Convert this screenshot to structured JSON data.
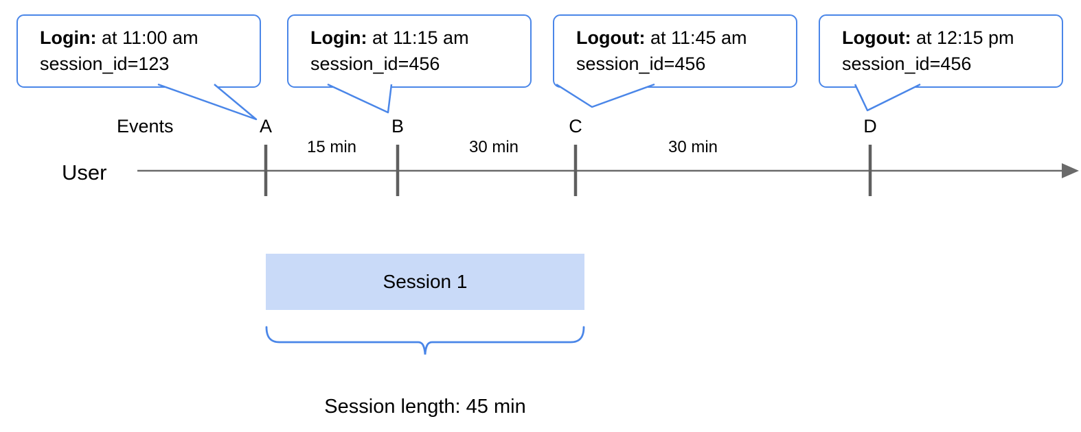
{
  "title": "User session timeline diagram",
  "colors": {
    "accent_blue": "#4a86e8",
    "session_bar_fill": "#c9daf8",
    "axis_gray": "#6a6a6a",
    "tick_gray": "#5f5f5f",
    "text_black": "#000000"
  },
  "callouts": [
    {
      "event": "Login:",
      "time": " at 11:00 am",
      "detail": "session_id=123",
      "points_to": "A"
    },
    {
      "event": "Login:",
      "time": " at 11:15 am",
      "detail": "session_id=456",
      "points_to": "B"
    },
    {
      "event": "Logout:",
      "time": " at 11:45 am",
      "detail": "session_id=456",
      "points_to": "C"
    },
    {
      "event": "Logout:",
      "time": " at 12:15 pm",
      "detail": "session_id=456",
      "points_to": "D"
    }
  ],
  "timeline": {
    "events_label": "Events",
    "user_label": "User",
    "event_markers": [
      {
        "label": "A"
      },
      {
        "label": "B"
      },
      {
        "label": "C"
      },
      {
        "label": "D"
      }
    ],
    "intervals": [
      {
        "label": "15 min",
        "between": "A-B"
      },
      {
        "label": "30 min",
        "between": "B-C"
      },
      {
        "label": "30 min",
        "between": "C-D"
      }
    ]
  },
  "session": {
    "bar_label": "Session 1",
    "length_label": "Session length: 45 min"
  }
}
